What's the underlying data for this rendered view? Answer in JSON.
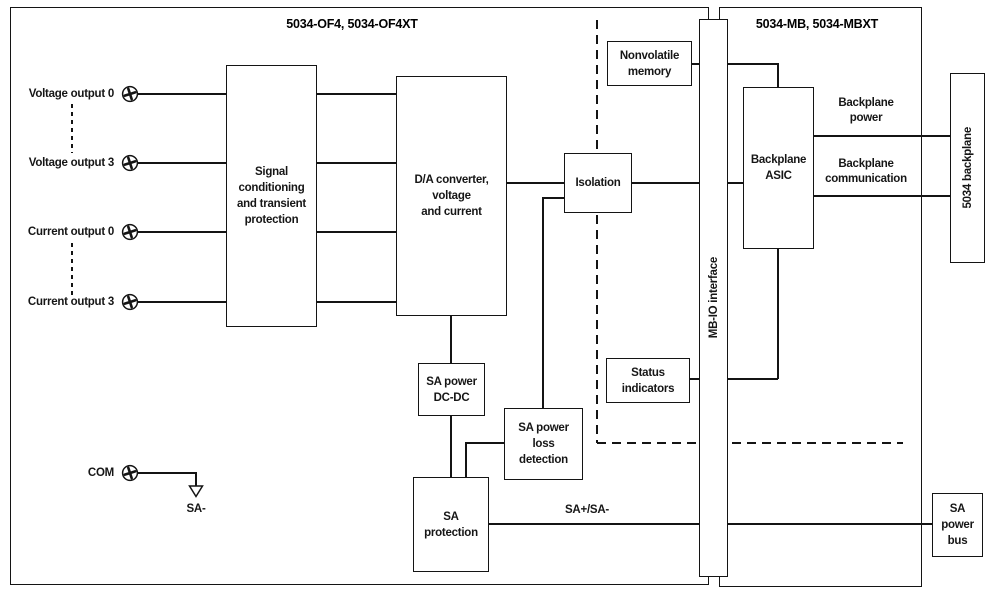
{
  "colors": {
    "line": "#141414",
    "background": "#ffffff",
    "text": "#161616"
  },
  "titles": {
    "left_module": "5034-OF4, 5034-OF4XT",
    "right_module": "5034-MB, 5034-MBXT"
  },
  "terminals": {
    "voltage_output_0": "Voltage output 0",
    "voltage_output_3": "Voltage output 3",
    "current_output_0": "Current output 0",
    "current_output_3": "Current output 3",
    "com": "COM"
  },
  "blocks": {
    "signal_conditioning": [
      "Signal",
      "conditioning",
      "and transient",
      "protection"
    ],
    "da_converter": [
      "D/A converter,",
      "voltage",
      "and current"
    ],
    "isolation": [
      "Isolation"
    ],
    "nonvolatile_memory": [
      "Nonvolatile",
      "memory"
    ],
    "mb_io_interface": "MB-IO interface",
    "backplane_asic": [
      "Backplane",
      "ASIC"
    ],
    "status_indicators": [
      "Status",
      "indicators"
    ],
    "backplane_5034": "5034 backplane",
    "sa_power_dcdc": [
      "SA power",
      "DC-DC"
    ],
    "sa_power_loss_detection": [
      "SA power",
      "loss",
      "detection"
    ],
    "sa_protection": [
      "SA",
      "protection"
    ],
    "sa_power_bus": [
      "SA",
      "power",
      "bus"
    ]
  },
  "wire_labels": {
    "backplane_power": [
      "Backplane",
      "power"
    ],
    "backplane_communication": [
      "Backplane",
      "communication"
    ],
    "sa_plus_minus": "SA+/SA-",
    "sa_minus": "SA-"
  }
}
